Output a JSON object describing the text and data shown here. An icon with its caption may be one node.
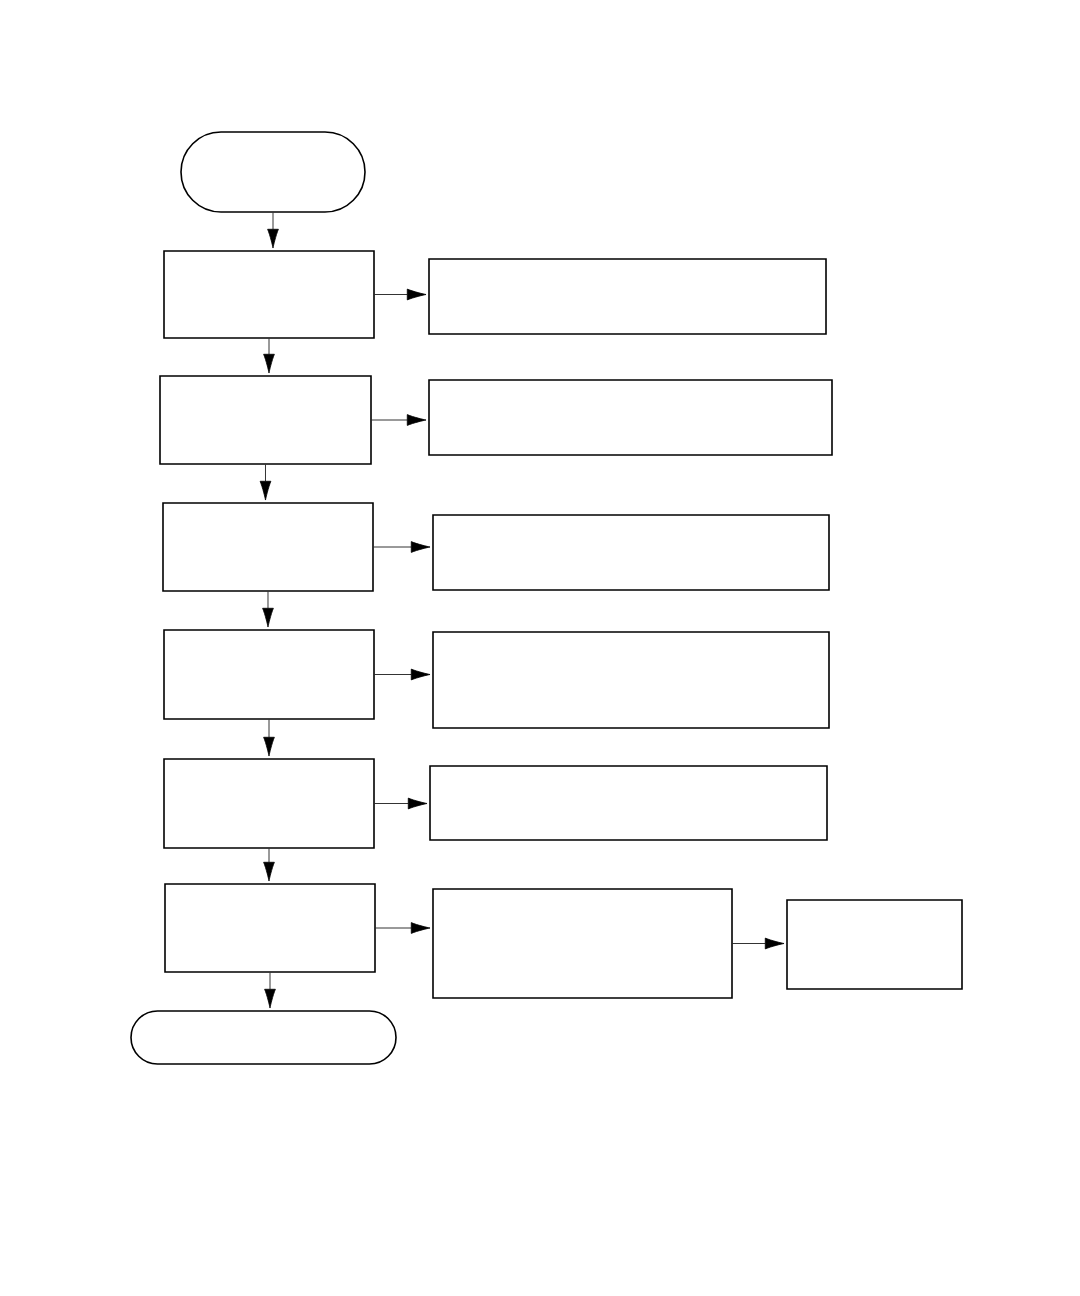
{
  "diagram": {
    "nodes": [
      {
        "text": [],
        "shape": "stadium"
      },
      {
        "text": [],
        "shape": "box"
      },
      {
        "text": [],
        "shape": "box"
      },
      {
        "text": [],
        "shape": "box"
      },
      {
        "text": [],
        "shape": "box"
      },
      {
        "text": [],
        "shape": "box"
      },
      {
        "text": [],
        "shape": "box"
      },
      {
        "text": [],
        "shape": "box"
      },
      {
        "text": [],
        "shape": "box"
      },
      {
        "text": [],
        "shape": "box"
      },
      {
        "text": [],
        "shape": "box"
      },
      {
        "text": [],
        "shape": "box"
      },
      {
        "text": [],
        "shape": "box"
      },
      {
        "text": [],
        "shape": "box"
      },
      {
        "text": [],
        "shape": "stadium"
      }
    ],
    "edges": [
      {
        "from": 0,
        "to": 1,
        "arrow": "to"
      },
      {
        "from": 1,
        "to": 2,
        "arrow": "to"
      },
      {
        "from": 1,
        "to": 3,
        "arrow": "to"
      },
      {
        "from": 3,
        "to": 4,
        "arrow": "to"
      },
      {
        "from": 3,
        "to": 5,
        "arrow": "to"
      },
      {
        "from": 5,
        "to": 6,
        "arrow": "to"
      },
      {
        "from": 5,
        "to": 7,
        "arrow": "to"
      },
      {
        "from": 7,
        "to": 8,
        "arrow": "to"
      },
      {
        "from": 7,
        "to": 9,
        "arrow": "to"
      },
      {
        "from": 9,
        "to": 10,
        "arrow": "to"
      },
      {
        "from": 9,
        "to": 11,
        "arrow": "to"
      },
      {
        "from": 11,
        "to": 12,
        "arrow": "to"
      },
      {
        "from": 12,
        "to": 13,
        "arrow": "to"
      },
      {
        "from": 11,
        "to": 14,
        "arrow": "to"
      }
    ]
  }
}
